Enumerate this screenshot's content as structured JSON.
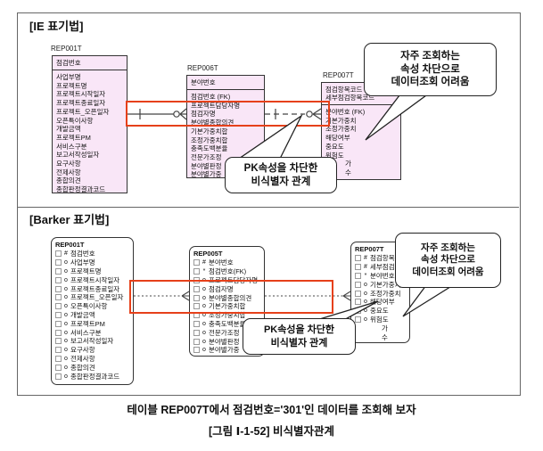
{
  "colors": {
    "highlight": "#E6401A",
    "entity_fill": "#F9E6F7"
  },
  "ie": {
    "title": "[IE 표기법]",
    "rep001t": {
      "name": "REP001T",
      "pk": [
        "점검번호"
      ],
      "attrs": [
        "사업부명",
        "프로젝트명",
        "프로젝트시작일자",
        "프로젝트종료일자",
        "프로젝트_오픈일자",
        "오픈특이사항",
        "개발금액",
        "프로젝트PM",
        "서비스구분",
        "보고서작성일자",
        "요구사항",
        "전제사항",
        "종합의견",
        "종합판정결과코드"
      ]
    },
    "rep006t": {
      "name": "REP006T",
      "pk": [
        "분야번호"
      ],
      "attrs": [
        "점검번호 (FK)",
        "프로젝트담당자명",
        "점검자명",
        "분야별종합의견",
        "기본가중치합",
        "조정가중치합",
        "충족도백분율",
        "전문가조정",
        "분야별판정",
        "분야별가중"
      ]
    },
    "rep007t": {
      "name": "REP007T",
      "pk": [
        "점검항목코드",
        "세부점검항목코드"
      ],
      "attrs": [
        "분야번호 (FK)",
        "기본가중치",
        "조정가중치",
        "해당여부",
        "중요도",
        "위험도",
        "가",
        "수"
      ]
    },
    "callout_frequent": [
      "자주 조회하는",
      "속성 차단으로",
      "데이터조회 어려움"
    ],
    "callout_pk": [
      "PK속성을 차단한",
      "비식별자 관계"
    ]
  },
  "barker": {
    "title": "[Barker 표기법]",
    "rep001t": {
      "name": "REP001T",
      "rows": [
        {
          "m": "#",
          "t": "점검번호"
        },
        {
          "m": "o",
          "t": "사업부명"
        },
        {
          "m": "o",
          "t": "프로젝트명"
        },
        {
          "m": "o",
          "t": "프로젝트시작일자"
        },
        {
          "m": "o",
          "t": "프로젝트종료일자"
        },
        {
          "m": "o",
          "t": "프로젝트_오픈일자"
        },
        {
          "m": "o",
          "t": "오픈특이사항"
        },
        {
          "m": "o",
          "t": "개발금액"
        },
        {
          "m": "o",
          "t": "프로젝트PM"
        },
        {
          "m": "o",
          "t": "서비스구분"
        },
        {
          "m": "o",
          "t": "보고서작성일자"
        },
        {
          "m": "o",
          "t": "요구사항"
        },
        {
          "m": "o",
          "t": "전제사항"
        },
        {
          "m": "o",
          "t": "종합의견"
        },
        {
          "m": "o",
          "t": "종합판정결과코드"
        }
      ]
    },
    "rep005t": {
      "name": "REP005T",
      "rows": [
        {
          "m": "#",
          "t": "분야번호"
        },
        {
          "m": "*",
          "t": "점검번호(FK)"
        },
        {
          "m": "o",
          "t": "프로젝트담당자명"
        },
        {
          "m": "o",
          "t": "점검자명"
        },
        {
          "m": "o",
          "t": "분야별종합의견"
        },
        {
          "m": "o",
          "t": "기본가중치합"
        },
        {
          "m": "o",
          "t": "조정가중치합"
        },
        {
          "m": "o",
          "t": "충족도백분율"
        },
        {
          "m": "o",
          "t": "전문가조정"
        },
        {
          "m": "o",
          "t": "분야별판정"
        },
        {
          "m": "o",
          "t": "분야별가중"
        }
      ]
    },
    "rep007t": {
      "name": "REP007T",
      "rows": [
        {
          "m": "#",
          "t": "점검항목코드"
        },
        {
          "m": "#",
          "t": "세부점검항목코드"
        },
        {
          "m": "*",
          "t": "분야번호(FK)"
        },
        {
          "m": "o",
          "t": "기본가중치"
        },
        {
          "m": "o",
          "t": "조정가중치"
        },
        {
          "m": "o",
          "t": "해당여부"
        },
        {
          "m": "o",
          "t": "중요도"
        },
        {
          "m": "o",
          "t": "위험도"
        },
        {
          "m": "",
          "t": "가"
        },
        {
          "m": "",
          "t": "수"
        }
      ]
    },
    "callout_frequent": [
      "자주 조회하는",
      "속성 차단으로",
      "데이터조회 어려움"
    ],
    "callout_pk": [
      "PK속성을 차단한",
      "비식별자 관계"
    ]
  },
  "captions": {
    "line1": "테이블 REP007T에서 점검번호='301'인 데이터를 조회해 보자",
    "line2": "[그림 Ⅰ-1-52] 비식별자관계"
  }
}
